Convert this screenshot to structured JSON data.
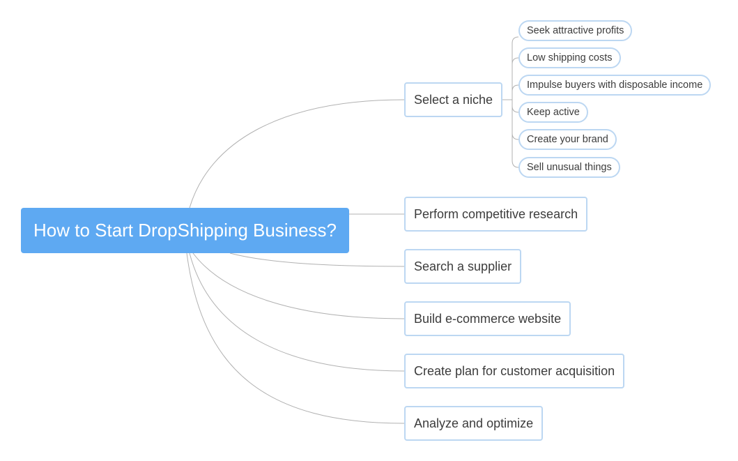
{
  "mindmap": {
    "root": {
      "label": "How to Start DropShipping Business?"
    },
    "branches": [
      {
        "label": "Select a niche",
        "children": [
          "Seek attractive profits",
          "Low shipping costs",
          "Impulse buyers with disposable income",
          "Keep active",
          "Create your brand",
          "Sell unusual things"
        ]
      },
      {
        "label": "Perform competitive research",
        "children": []
      },
      {
        "label": "Search a supplier",
        "children": []
      },
      {
        "label": "Build e-commerce website",
        "children": []
      },
      {
        "label": "Create plan for customer acquisition",
        "children": []
      },
      {
        "label": "Analyze and optimize",
        "children": []
      }
    ]
  }
}
